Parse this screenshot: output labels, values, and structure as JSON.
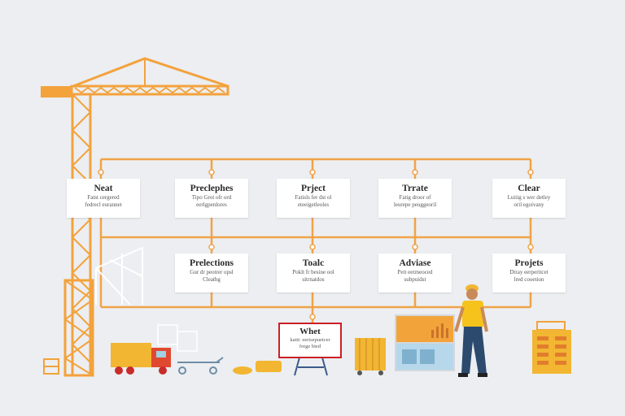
{
  "diagram": {
    "colors": {
      "background": "#eceef1",
      "crane": "#f3a23c",
      "connector": "#f0a347",
      "sign_border": "#cc1f24",
      "truck": "#f2b632",
      "worker_shirt": "#f6c21c",
      "worker_pants": "#2c4a6e"
    },
    "top_row": [
      {
        "title": "Neat",
        "line1": "Fatst cergered",
        "line2": "fedrecl eurannet"
      },
      {
        "title": "Preclephes",
        "line1": "Tipo Grot ofr ord",
        "line2": "eerlgpenlores"
      },
      {
        "title": "Prject",
        "line1": "Fatisls fer dst ol",
        "line2": "eteeigetleoles"
      },
      {
        "title": "Trrate",
        "line1": "Fatig droor of",
        "line2": "leurepe peuggeoril"
      },
      {
        "title": "Clear",
        "line1": "Luitig s wer detley",
        "line2": "oril egoivany"
      }
    ],
    "bottom_row": [
      {
        "title": "Prelections",
        "line1": "Gur dr peotrer opsl",
        "line2": "Cleatbg"
      },
      {
        "title": "Toalc",
        "line1": "Poklt fr besine ool",
        "line2": "sitrnatdos"
      },
      {
        "title": "Adviase",
        "line1": "Pett eetrneoced",
        "line2": "subpuidst"
      },
      {
        "title": "Projets",
        "line1": "Dtray eerperitcet",
        "line2": "lred cooetion"
      }
    ],
    "sign": {
      "title": "Whet",
      "line1": "katit: eerisepuetcer",
      "line2": "frege bied"
    },
    "icons": [
      "tower-crane-icon",
      "dump-truck-icon",
      "worker-icon",
      "generator-icon",
      "barricade-icon",
      "control-panel-icon",
      "scaffold-icon"
    ]
  }
}
